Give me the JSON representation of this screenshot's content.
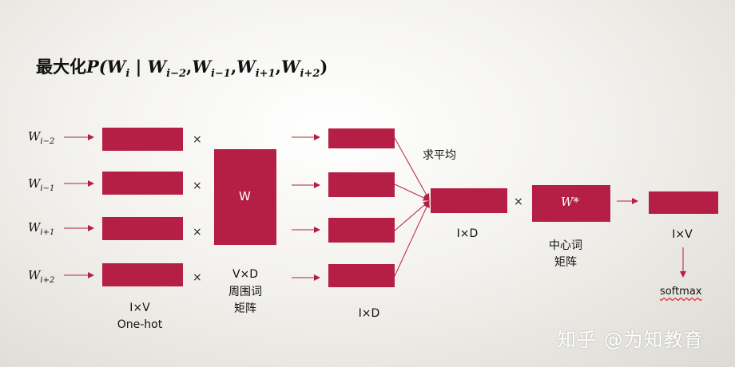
{
  "title": {
    "prefix": "最大化",
    "formula_P": "P(",
    "w_main": "W",
    "w_main_sub": "i",
    "bar": " | ",
    "w1": "W",
    "w1_sub": "i−2",
    "w2": "W",
    "w2_sub": "i−1",
    "w3": "W",
    "w3_sub": "i+1",
    "w4": "W",
    "w4_sub": "i+2",
    "comma": ",",
    "close": ")"
  },
  "inputs": [
    {
      "symbol": "W",
      "sub": "i−2"
    },
    {
      "symbol": "W",
      "sub": "i−1"
    },
    {
      "symbol": "W",
      "sub": "i+1"
    },
    {
      "symbol": "W",
      "sub": "i+2"
    }
  ],
  "times_symbol": "×",
  "matrix_w_label": "W",
  "matrix_wstar_label": "W*",
  "labels": {
    "onehot_dim": "I×V",
    "onehot": "One-hot",
    "vd_dim": "V×D",
    "vd_name1": "周围词",
    "vd_name2": "矩阵",
    "embed_dim": "I×D",
    "average": "求平均",
    "avg_dim": "I×D",
    "center1": "中心词",
    "center2": "矩阵",
    "output_dim": "I×V",
    "softmax": "softmax"
  },
  "watermark": "知乎 @为知教育",
  "colors": {
    "box": "#b51e45",
    "arrow": "#b51e45"
  }
}
